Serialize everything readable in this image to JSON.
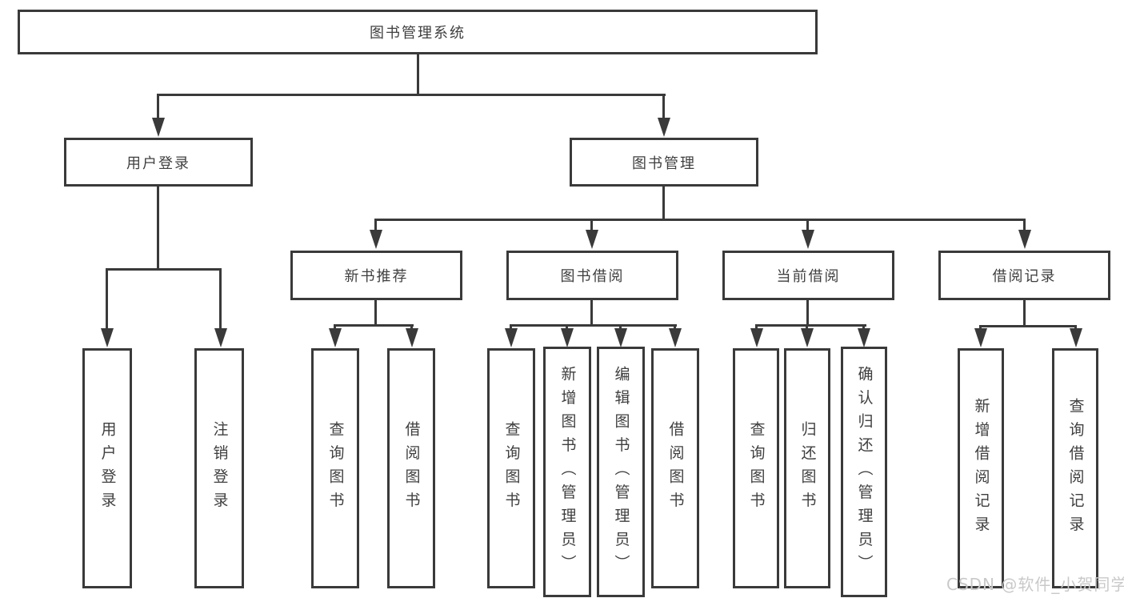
{
  "diagram": {
    "root": {
      "label": "图书管理系统"
    },
    "level2": [
      {
        "label": "用户登录"
      },
      {
        "label": "图书管理"
      }
    ],
    "level3": [
      {
        "label": "新书推荐",
        "parent": "图书管理"
      },
      {
        "label": "图书借阅",
        "parent": "图书管理"
      },
      {
        "label": "当前借阅",
        "parent": "图书管理"
      },
      {
        "label": "借阅记录",
        "parent": "图书管理"
      }
    ],
    "leaves": [
      {
        "label": "用户登录",
        "parent": "用户登录"
      },
      {
        "label": "注销登录",
        "parent": "用户登录"
      },
      {
        "label": "查询图书",
        "parent": "新书推荐"
      },
      {
        "label": "借阅图书",
        "parent": "新书推荐"
      },
      {
        "label": "查询图书",
        "parent": "图书借阅"
      },
      {
        "label": "新增图书（管理员）",
        "parent": "图书借阅"
      },
      {
        "label": "编辑图书（管理员）",
        "parent": "图书借阅"
      },
      {
        "label": "借阅图书",
        "parent": "图书借阅"
      },
      {
        "label": "查询图书",
        "parent": "当前借阅"
      },
      {
        "label": "归还图书",
        "parent": "当前借阅"
      },
      {
        "label": "确认归还（管理员）",
        "parent": "当前借阅"
      },
      {
        "label": "新增借阅记录",
        "parent": "借阅记录"
      },
      {
        "label": "查询借阅记录",
        "parent": "借阅记录"
      }
    ]
  },
  "watermark": "CSDN @软件_小贺同学",
  "colors": {
    "line": "#3a3a3a",
    "text": "#3f3f3f",
    "background": "#ffffff",
    "watermark": "#c9c9c9"
  }
}
